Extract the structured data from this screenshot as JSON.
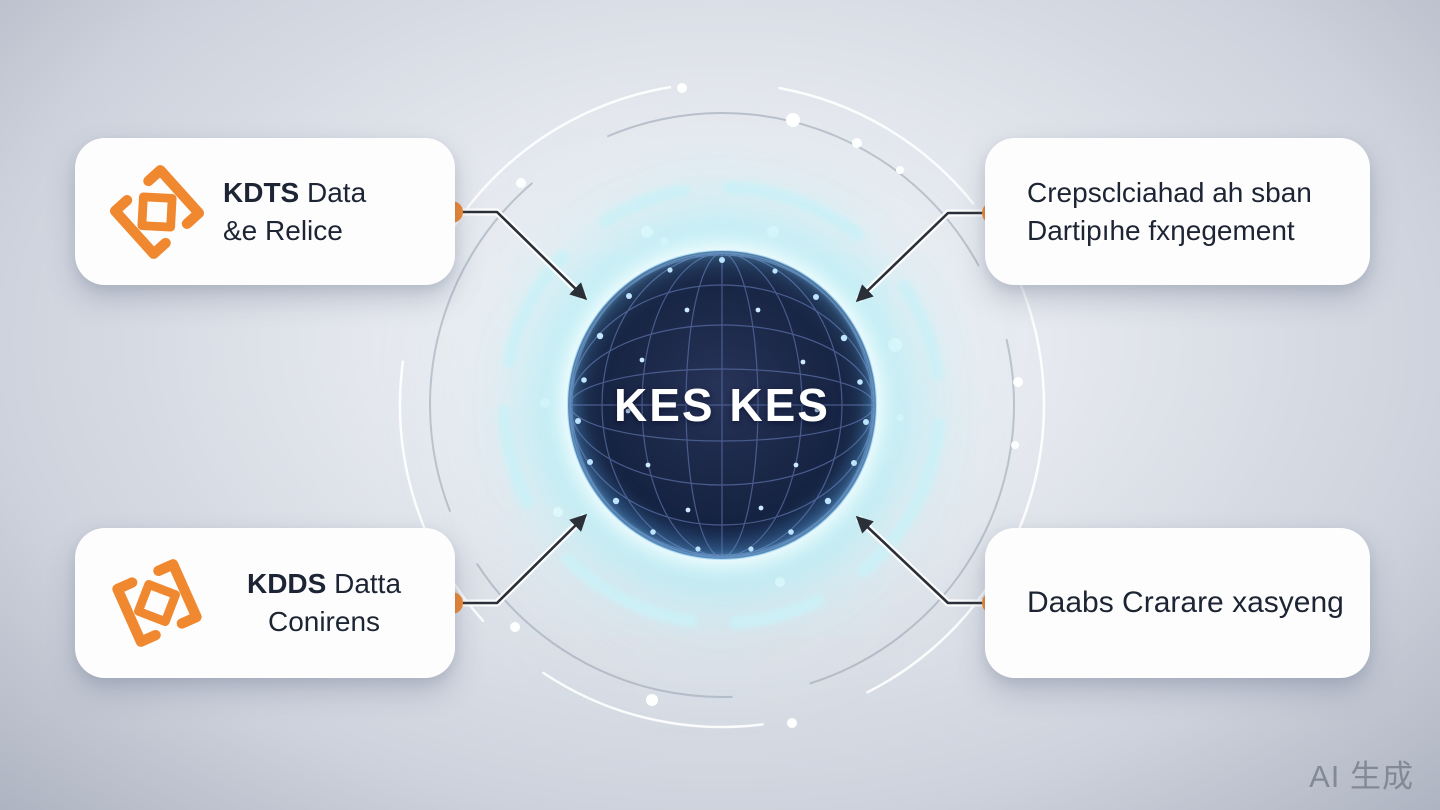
{
  "center_sphere": {
    "label": "KES KES"
  },
  "cards": {
    "top_left": {
      "icon": "brackets-diamond-icon",
      "title_bold": "KDTS",
      "title_rest": " Data",
      "line2": "&e Relice"
    },
    "top_right": {
      "line1": "Crepsclciahad ah sban",
      "line2": "Dartipıhe fxŋegement"
    },
    "bottom_left": {
      "icon": "brackets-diamond-icon",
      "title_bold": "KDDS",
      "title_rest": " Datta",
      "line2": "Conirens"
    },
    "bottom_right": {
      "line1": "Daabs Crarare xasyeng"
    }
  },
  "watermark": "AI 生成",
  "colors": {
    "accent_orange": "#F2862B",
    "sphere_navy": "#16223F",
    "glow_cyan": "#A9EAF2",
    "card_bg": "#FFFFFF",
    "text_dark": "#1D2433",
    "arrow": "#2B3038"
  }
}
